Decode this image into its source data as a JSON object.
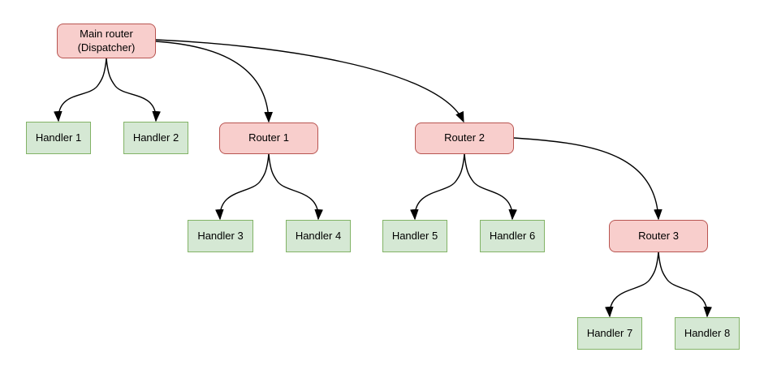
{
  "diagram": {
    "type": "tree-flowchart",
    "colors": {
      "router_fill": "#f8cecc",
      "router_border": "#b85450",
      "handler_fill": "#d5e8d4",
      "handler_border": "#82b366",
      "edge_color": "#000000",
      "background": "#ffffff",
      "text_color": "#000000"
    },
    "nodes": {
      "main_router": {
        "label": "Main router\n(Dispatcher)",
        "kind": "router"
      },
      "handler1": {
        "label": "Handler 1",
        "kind": "handler"
      },
      "handler2": {
        "label": "Handler 2",
        "kind": "handler"
      },
      "router1": {
        "label": "Router 1",
        "kind": "router"
      },
      "router2": {
        "label": "Router 2",
        "kind": "router"
      },
      "handler3": {
        "label": "Handler 3",
        "kind": "handler"
      },
      "handler4": {
        "label": "Handler 4",
        "kind": "handler"
      },
      "handler5": {
        "label": "Handler 5",
        "kind": "handler"
      },
      "handler6": {
        "label": "Handler 6",
        "kind": "handler"
      },
      "router3": {
        "label": "Router 3",
        "kind": "router"
      },
      "handler7": {
        "label": "Handler 7",
        "kind": "handler"
      },
      "handler8": {
        "label": "Handler 8",
        "kind": "handler"
      }
    },
    "edges": [
      {
        "from": "main_router",
        "to": "handler1"
      },
      {
        "from": "main_router",
        "to": "handler2"
      },
      {
        "from": "main_router",
        "to": "router1"
      },
      {
        "from": "main_router",
        "to": "router2"
      },
      {
        "from": "router1",
        "to": "handler3"
      },
      {
        "from": "router1",
        "to": "handler4"
      },
      {
        "from": "router2",
        "to": "handler5"
      },
      {
        "from": "router2",
        "to": "handler6"
      },
      {
        "from": "router2",
        "to": "router3"
      },
      {
        "from": "router3",
        "to": "handler7"
      },
      {
        "from": "router3",
        "to": "handler8"
      }
    ]
  }
}
